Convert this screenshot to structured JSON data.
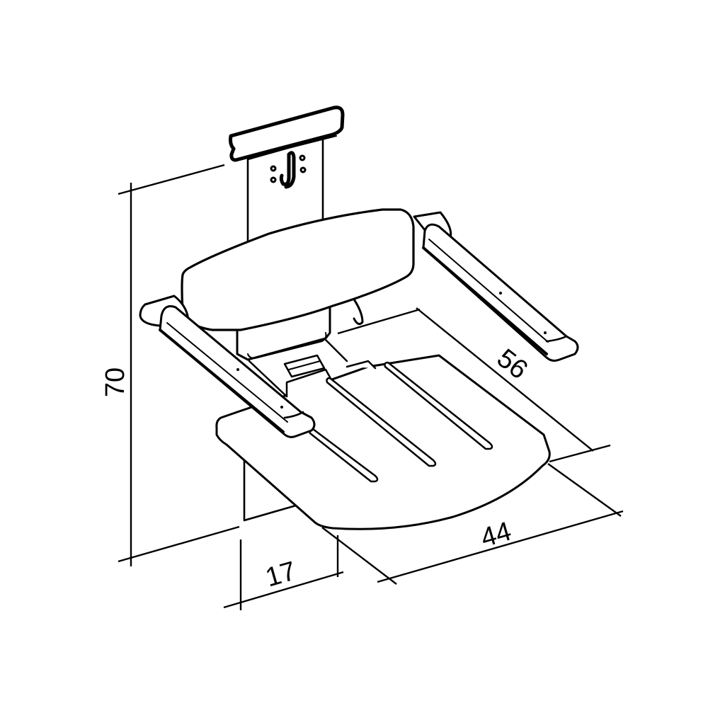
{
  "drawing": {
    "subject": "wall-mounted folding shower seat with backrest and armrests",
    "line_color": "#000000",
    "background": "#ffffff"
  },
  "dimensions": {
    "height": {
      "label": "70",
      "orientation": "vertical",
      "position": "left"
    },
    "depth_total": {
      "label": "56",
      "orientation": "diagonal",
      "position": "right-upper"
    },
    "seat_width": {
      "label": "44",
      "orientation": "diagonal",
      "position": "right-lower"
    },
    "wall_offset": {
      "label": "17",
      "orientation": "horizontal-skew",
      "position": "bottom"
    }
  }
}
